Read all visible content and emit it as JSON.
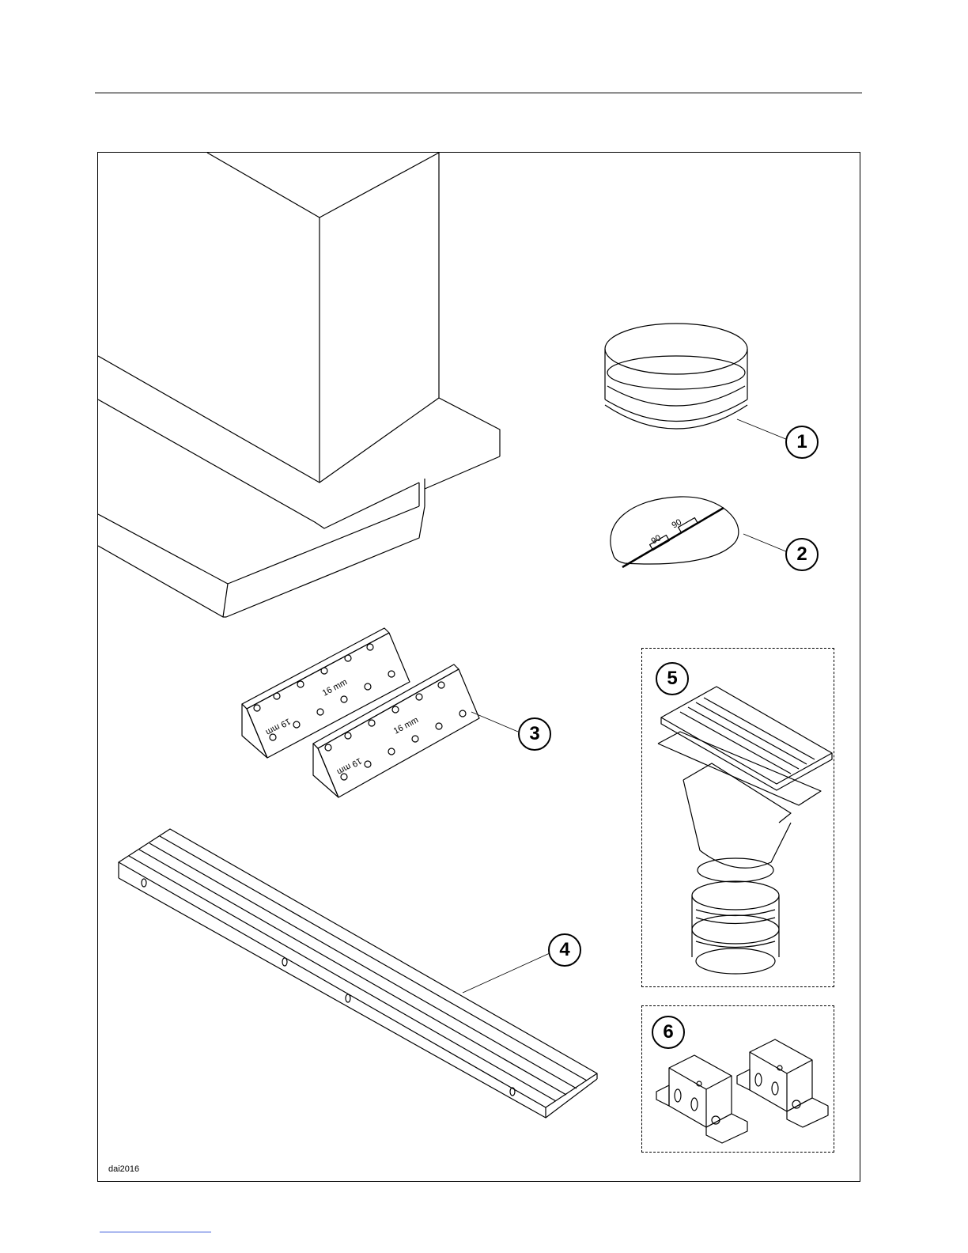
{
  "document": {
    "reference_code": "dai2016"
  },
  "callouts": [
    {
      "number": "1"
    },
    {
      "number": "2"
    },
    {
      "number": "3"
    },
    {
      "number": "4"
    },
    {
      "number": "5"
    },
    {
      "number": "6"
    }
  ],
  "bracket_labels": {
    "spacing_a": "16 mm",
    "spacing_b": "19 mm"
  },
  "flap_labels": {
    "mark": "90"
  }
}
